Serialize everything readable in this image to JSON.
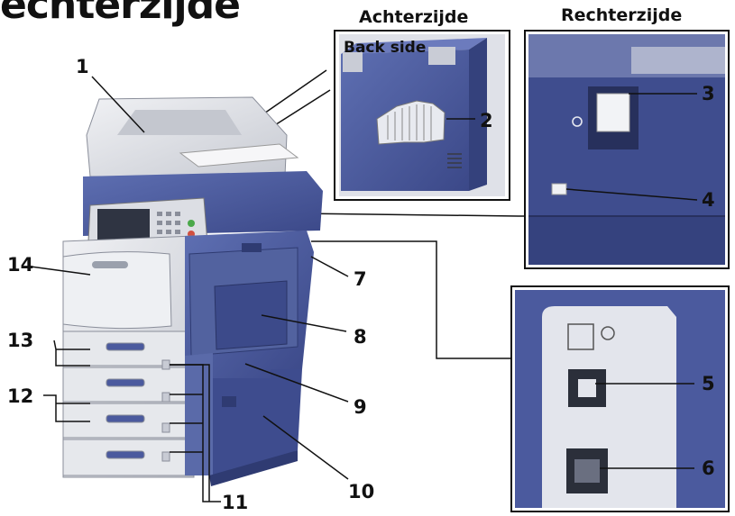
{
  "title": "echterzijde",
  "headers": {
    "back_nl": "Achterzijde",
    "back_en": "Back side",
    "right_nl": "Rechterzijde"
  },
  "callouts": [
    "1",
    "2",
    "3",
    "4",
    "5",
    "6",
    "7",
    "8",
    "9",
    "10",
    "11",
    "12",
    "13",
    "14"
  ],
  "colors": {
    "body": "#4a5a9c",
    "body_dark": "#2f3b72",
    "panel_light": "#d7d9de",
    "panel_mid": "#b8bbc4",
    "line": "#111111"
  }
}
